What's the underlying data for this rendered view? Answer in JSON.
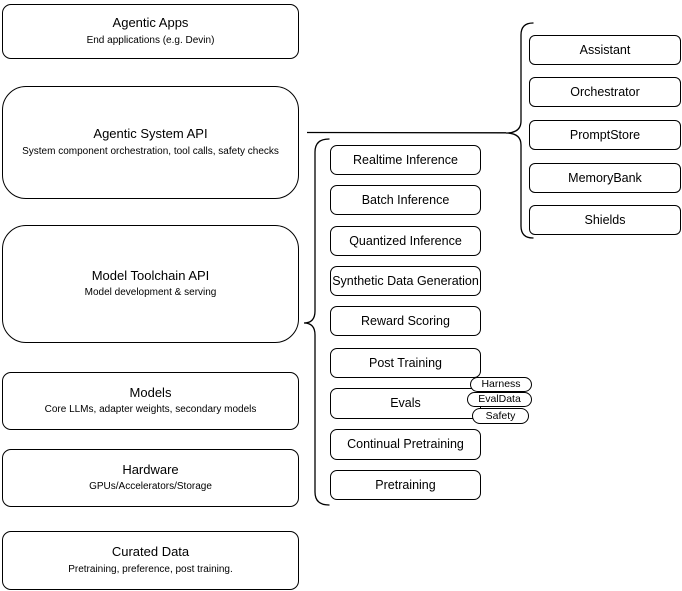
{
  "diagram": {
    "title": "Agentic system architecture diagram",
    "colors": {
      "background": "#ffffff",
      "box_fill": "#ffffff",
      "stroke": "#000000",
      "text": "#000000"
    },
    "left_column": [
      {
        "title": "Agentic Apps",
        "subtitle": "End applications (e.g. Devin)"
      },
      {
        "title": "Agentic System API",
        "subtitle": "System component orchestration, tool calls, safety checks"
      },
      {
        "title": "Model Toolchain API",
        "subtitle": "Model development & serving"
      },
      {
        "title": "Models",
        "subtitle": "Core LLMs, adapter weights, secondary models"
      },
      {
        "title": "Hardware",
        "subtitle": "GPUs/Accelerators/Storage"
      },
      {
        "title": "Curated Data",
        "subtitle": "Pretraining, preference, post training."
      }
    ],
    "middle_column": [
      "Realtime Inference",
      "Batch Inference",
      "Quantized Inference",
      "Synthetic Data Generation",
      "Reward Scoring",
      "Post Training",
      "Evals",
      "Continual Pretraining",
      "Pretraining"
    ],
    "eval_tags": [
      "Harness",
      "EvalData",
      "Safety"
    ],
    "right_column": [
      "Assistant",
      "Orchestrator",
      "PromptStore",
      "MemoryBank",
      "Shields"
    ]
  }
}
